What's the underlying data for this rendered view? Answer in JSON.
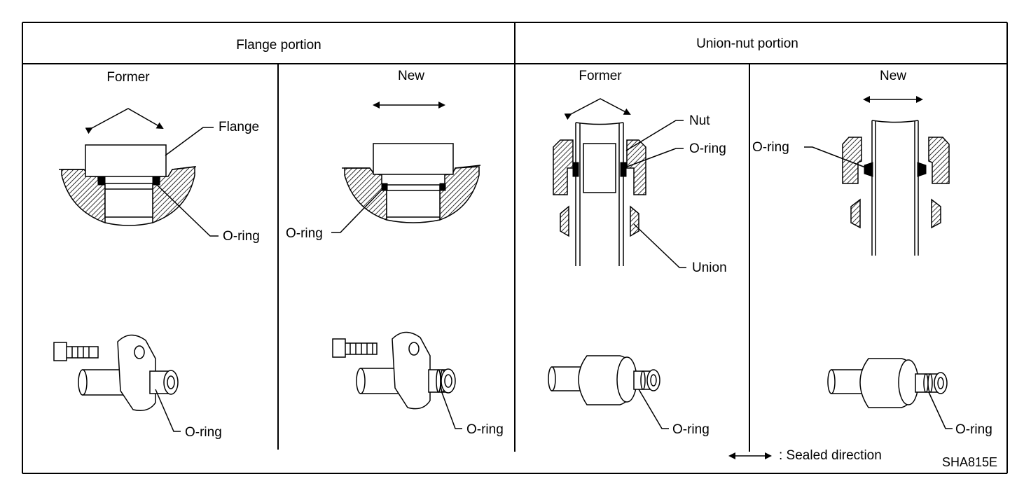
{
  "table": {
    "headers": {
      "flange": "Flange portion",
      "union_nut": "Union-nut portion"
    },
    "columns": {
      "flange_former": "Former",
      "flange_new": "New",
      "union_former": "Former",
      "union_new": "New"
    }
  },
  "callouts": {
    "flange_former_flange": "Flange",
    "flange_former_oring_section": "O-ring",
    "flange_new_oring_section": "O-ring",
    "union_former_nut": "Nut",
    "union_former_oring_section": "O-ring",
    "union_former_union": "Union",
    "union_new_oring_section": "O-ring",
    "flange_former_oring_part": "O-ring",
    "flange_new_oring_part": "O-ring",
    "union_former_oring_part": "O-ring",
    "union_new_oring_part": "O-ring"
  },
  "legend": {
    "text": ":  Sealed direction"
  },
  "figure_code": "SHA815E"
}
